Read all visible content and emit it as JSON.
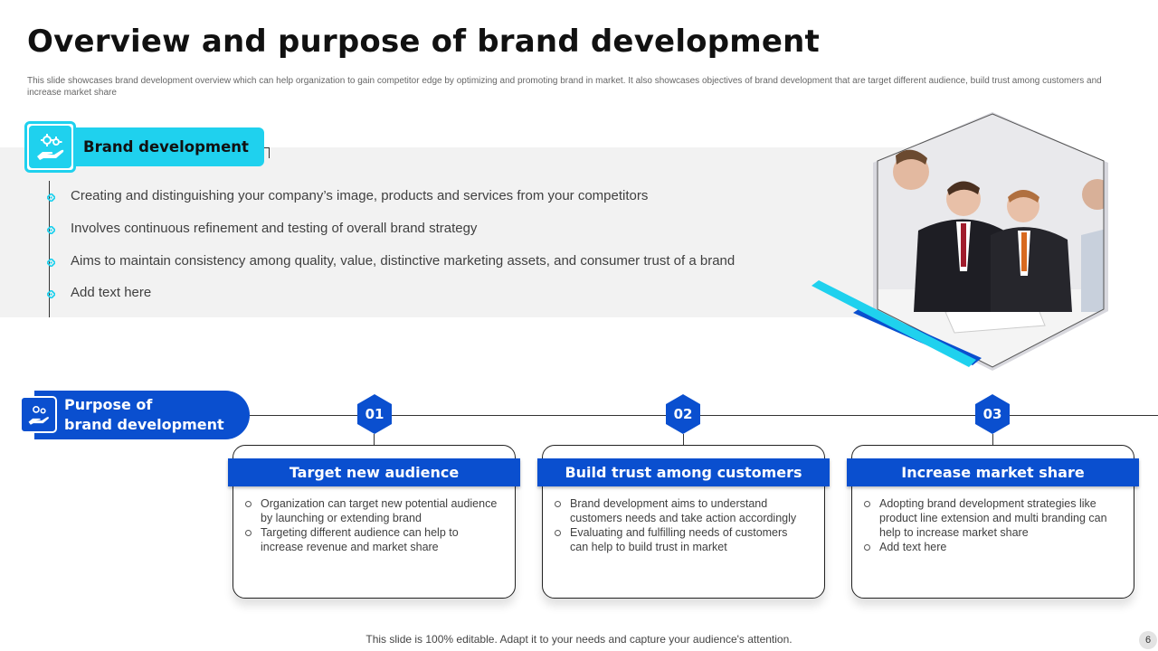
{
  "slide": {
    "title": "Overview and purpose of brand development",
    "subtitle": "This slide showcases brand development overview which can help organization to gain competitor edge by optimizing  and promoting brand in market.  It also showcases objectives of brand development that are target different audience, build trust among customers and increase market share",
    "footer": "This slide is 100% editable. Adapt it to your needs and capture your audience's attention.",
    "page_number": "6"
  },
  "brand_development": {
    "label": "Brand development",
    "icon": "hand-gears-icon",
    "bullets": [
      "Creating and distinguishing your company’s image, products and services from your competitors",
      "Involves continuous refinement and testing of overall brand strategy",
      "Aims to maintain consistency among quality, value, distinctive marketing assets, and consumer trust of a brand",
      "Add text here"
    ]
  },
  "purpose": {
    "label_line1": "Purpose of",
    "label_line2": "brand development",
    "icon": "hand-gears-icon",
    "cards": [
      {
        "number": "01",
        "title": "Target new audience",
        "points": [
          "Organization can target new potential audience by launching or extending brand",
          "Targeting  different  audience can help to increase revenue  and market share"
        ]
      },
      {
        "number": "02",
        "title": "Build trust among customers",
        "points": [
          "Brand development  aims to understand customers needs and take action accordingly",
          "Evaluating  and fulfilling needs of customers can help to build trust in market"
        ]
      },
      {
        "number": "03",
        "title": "Increase market share",
        "points": [
          "Adopting brand development  strategies like product line extension and multi branding can help to increase market share",
          "Add text here"
        ]
      }
    ]
  },
  "photo": {
    "icon": "business-meeting-photo"
  },
  "colors": {
    "primary_blue": "#0a4fcf",
    "accent_cyan": "#1fd1ee",
    "band_gray": "#f2f2f2"
  }
}
